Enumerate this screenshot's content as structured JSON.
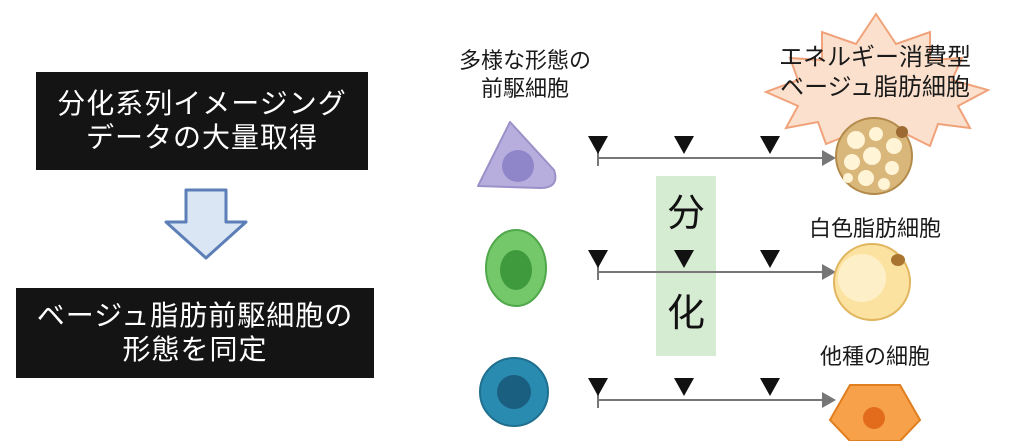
{
  "left": {
    "box1_lines": [
      "分化系列イメージング",
      "データの大量取得"
    ],
    "arrow": "down-outline-arrow",
    "box2_lines": [
      "ベージュ脂肪前駆細胞の",
      "形態を同定"
    ]
  },
  "right": {
    "precursor_label_lines": [
      "多様な形態の",
      "前駆細胞"
    ],
    "beige_label_lines": [
      "エネルギー消費型",
      "ベージュ脂肪細胞"
    ],
    "white_label": "白色脂肪細胞",
    "other_label": "他種の細胞",
    "differentiation_chars": [
      "分",
      "化"
    ]
  },
  "colors": {
    "box_bg": "#141414",
    "arrow_fill": "#dbe6f5",
    "arrow_stroke": "#5b7fb6",
    "precursor_purple": "#b7aede",
    "precursor_green": "#74c86a",
    "precursor_blue": "#2a8bb0",
    "band_green": "#d6ecd2",
    "burst_fill": "#fbe1cd",
    "burst_stroke": "#f0a27a",
    "white_cell": "#fbe2a0",
    "other_cell": "#f7a24a"
  }
}
